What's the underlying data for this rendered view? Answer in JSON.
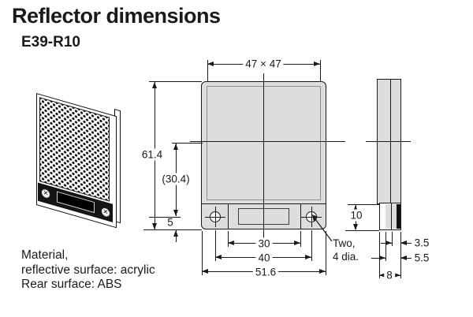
{
  "header": {
    "title": "Reflector dimensions",
    "model": "E39-R10"
  },
  "material_note": {
    "line1": "Material,",
    "line2": "reflective surface: acrylic",
    "line3": "Rear surface: ABS"
  },
  "front_view": {
    "dim_reflective_area": "47 × 47",
    "dim_total_height": "61.4",
    "dim_center_to_holes": "(30.4)",
    "dim_hole_to_bottom": "5",
    "dim_slot_width": "30",
    "dim_hole_spacing": "40",
    "dim_total_width": "51.6",
    "hole_note_line1": "Two,",
    "hole_note_line2": "4 dia."
  },
  "side_view": {
    "dim_flange_height": "10",
    "dim_rear_thickness": "3.5",
    "dim_flange_thickness": "5.5",
    "dim_total_thickness": "8"
  },
  "colors": {
    "line": "#1a1a1a",
    "body_fill": "#dcdddd",
    "inner_frame": "#8f9191",
    "dark_fill": "#111111",
    "background": "#ffffff"
  }
}
